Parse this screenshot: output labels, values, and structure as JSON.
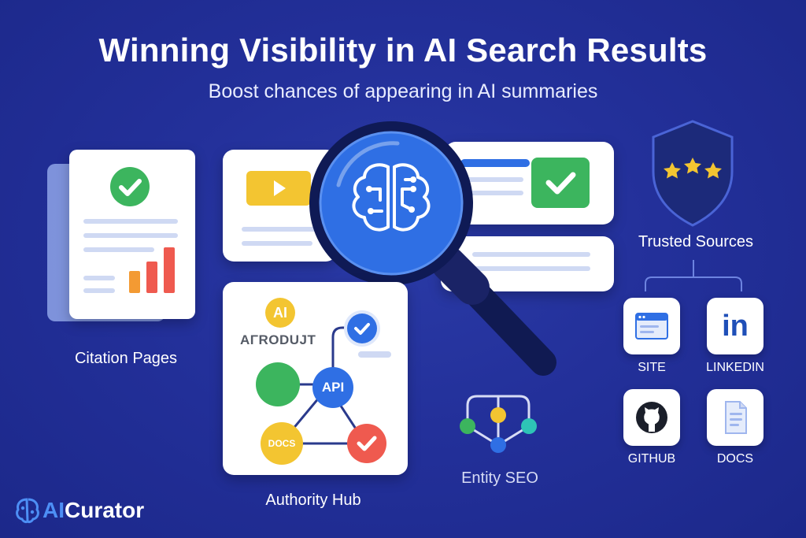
{
  "header": {
    "title": "Winning Visibility in AI Search Results",
    "subtitle": "Boost chances of appearing in AI summaries"
  },
  "sections": {
    "citation_pages": "Citation Pages",
    "authority_hub": "Authority Hub",
    "entity_seo": "Entity SEO",
    "trusted_sources": "Trusted Sources"
  },
  "authority_hub": {
    "badge": "AI",
    "product_text": "AΓRODUJT",
    "api": "API",
    "docs": "DOCS"
  },
  "trusted_tiles": [
    {
      "label": "SITE",
      "icon": "browser-window-icon"
    },
    {
      "label": "LINKEDIN",
      "icon": "linkedin-icon"
    },
    {
      "label": "GITHUB",
      "icon": "github-icon"
    },
    {
      "label": "DOCS",
      "icon": "document-icon"
    }
  ],
  "linkedin_glyph": "in",
  "logo": {
    "ai": "AI",
    "curator": "Curator"
  },
  "colors": {
    "background": "#1f2d8c",
    "accent_blue": "#2f6fe4",
    "green": "#3cb55e",
    "yellow": "#f3c531",
    "red": "#ef5a4f",
    "orange": "#f39a33"
  }
}
